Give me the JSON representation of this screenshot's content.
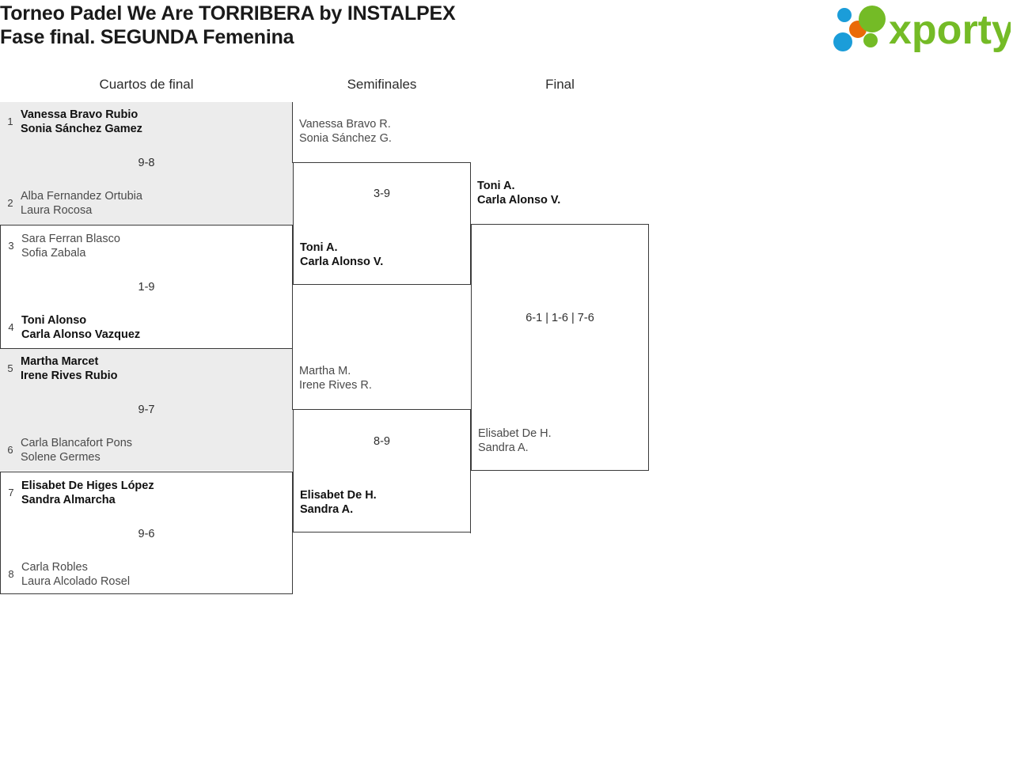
{
  "header": {
    "title_line1": "Torneo Padel We Are TORRIBERA by INSTALPEX",
    "title_line2": "Fase final. SEGUNDA Femenina",
    "logo_text": "xporty",
    "logo_colors": {
      "green": "#74bb26",
      "orange": "#ea6a07",
      "blue": "#1b9dd9"
    }
  },
  "rounds": [
    {
      "key": "quarterfinals",
      "label": "Cuartos de final"
    },
    {
      "key": "semifinals",
      "label": "Semifinales"
    },
    {
      "key": "final",
      "label": "Final"
    }
  ],
  "quarterfinals": [
    {
      "score": "9-8",
      "top": {
        "seed": "1",
        "line1": "Vanessa Bravo Rubio",
        "line2": "Sonia Sánchez Gamez",
        "winner": true
      },
      "bottom": {
        "seed": "2",
        "line1": "Alba Fernandez Ortubia",
        "line2": "Laura Rocosa",
        "winner": false
      }
    },
    {
      "score": "1-9",
      "top": {
        "seed": "3",
        "line1": "Sara Ferran Blasco",
        "line2": "Sofia Zabala",
        "winner": false
      },
      "bottom": {
        "seed": "4",
        "line1": "Toni Alonso",
        "line2": "Carla Alonso Vazquez",
        "winner": true
      }
    },
    {
      "score": "9-7",
      "top": {
        "seed": "5",
        "line1": "Martha Marcet",
        "line2": "Irene Rives Rubio",
        "winner": true
      },
      "bottom": {
        "seed": "6",
        "line1": "Carla Blancafort Pons",
        "line2": "Solene Germes",
        "winner": false
      }
    },
    {
      "score": "9-6",
      "top": {
        "seed": "7",
        "line1": "Elisabet De Higes López",
        "line2": "Sandra Almarcha",
        "winner": true
      },
      "bottom": {
        "seed": "8",
        "line1": "Carla Robles",
        "line2": "Laura Alcolado Rosel",
        "winner": false
      }
    }
  ],
  "semifinals": [
    {
      "score": "3-9",
      "top": {
        "line1": "Vanessa Bravo R.",
        "line2": "Sonia Sánchez G.",
        "winner": false
      },
      "bottom": {
        "line1": "Toni A.",
        "line2": "Carla Alonso V.",
        "winner": true
      }
    },
    {
      "score": "8-9",
      "top": {
        "line1": "Martha M.",
        "line2": "Irene Rives R.",
        "winner": false
      },
      "bottom": {
        "line1": "Elisabet De H.",
        "line2": "Sandra A.",
        "winner": true
      }
    }
  ],
  "final": [
    {
      "score": "6-1 | 1-6 | 7-6",
      "top": {
        "line1": "Toni A.",
        "line2": "Carla Alonso V.",
        "winner": true
      },
      "bottom": {
        "line1": "Elisabet De H.",
        "line2": "Sandra A.",
        "winner": false
      }
    }
  ]
}
